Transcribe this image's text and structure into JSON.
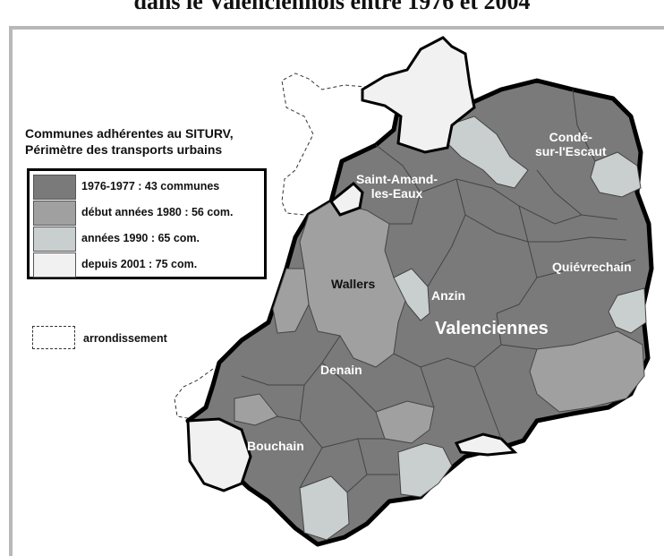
{
  "title": "dans le Valenciennois entre 1976 et 2004",
  "legend": {
    "title_line1": "Communes adhérentes au SITURV,",
    "title_line2": "Périmètre des transports urbains",
    "items": [
      {
        "label": "1976-1977 : 43 communes",
        "color": "#7a7a7a"
      },
      {
        "label": "début années 1980 : 56 com.",
        "color": "#a0a0a0"
      },
      {
        "label": "années 1990 : 65 com.",
        "color": "#c9cfce"
      },
      {
        "label": "depuis 2001 : 75 com.",
        "color": "#f1f1f1"
      }
    ],
    "boundary_label": "arrondissement"
  },
  "places": {
    "conde_line1": "Condé-",
    "conde_line2": "sur-l'Escaut",
    "saint_amand_line1": "Saint-Amand-",
    "saint_amand_line2": "les-Eaux",
    "wallers": "Wallers",
    "anzin": "Anzin",
    "valenciennes": "Valenciennes",
    "quievrechain": "Quiévrechain",
    "denain": "Denain",
    "bouchain": "Bouchain"
  }
}
